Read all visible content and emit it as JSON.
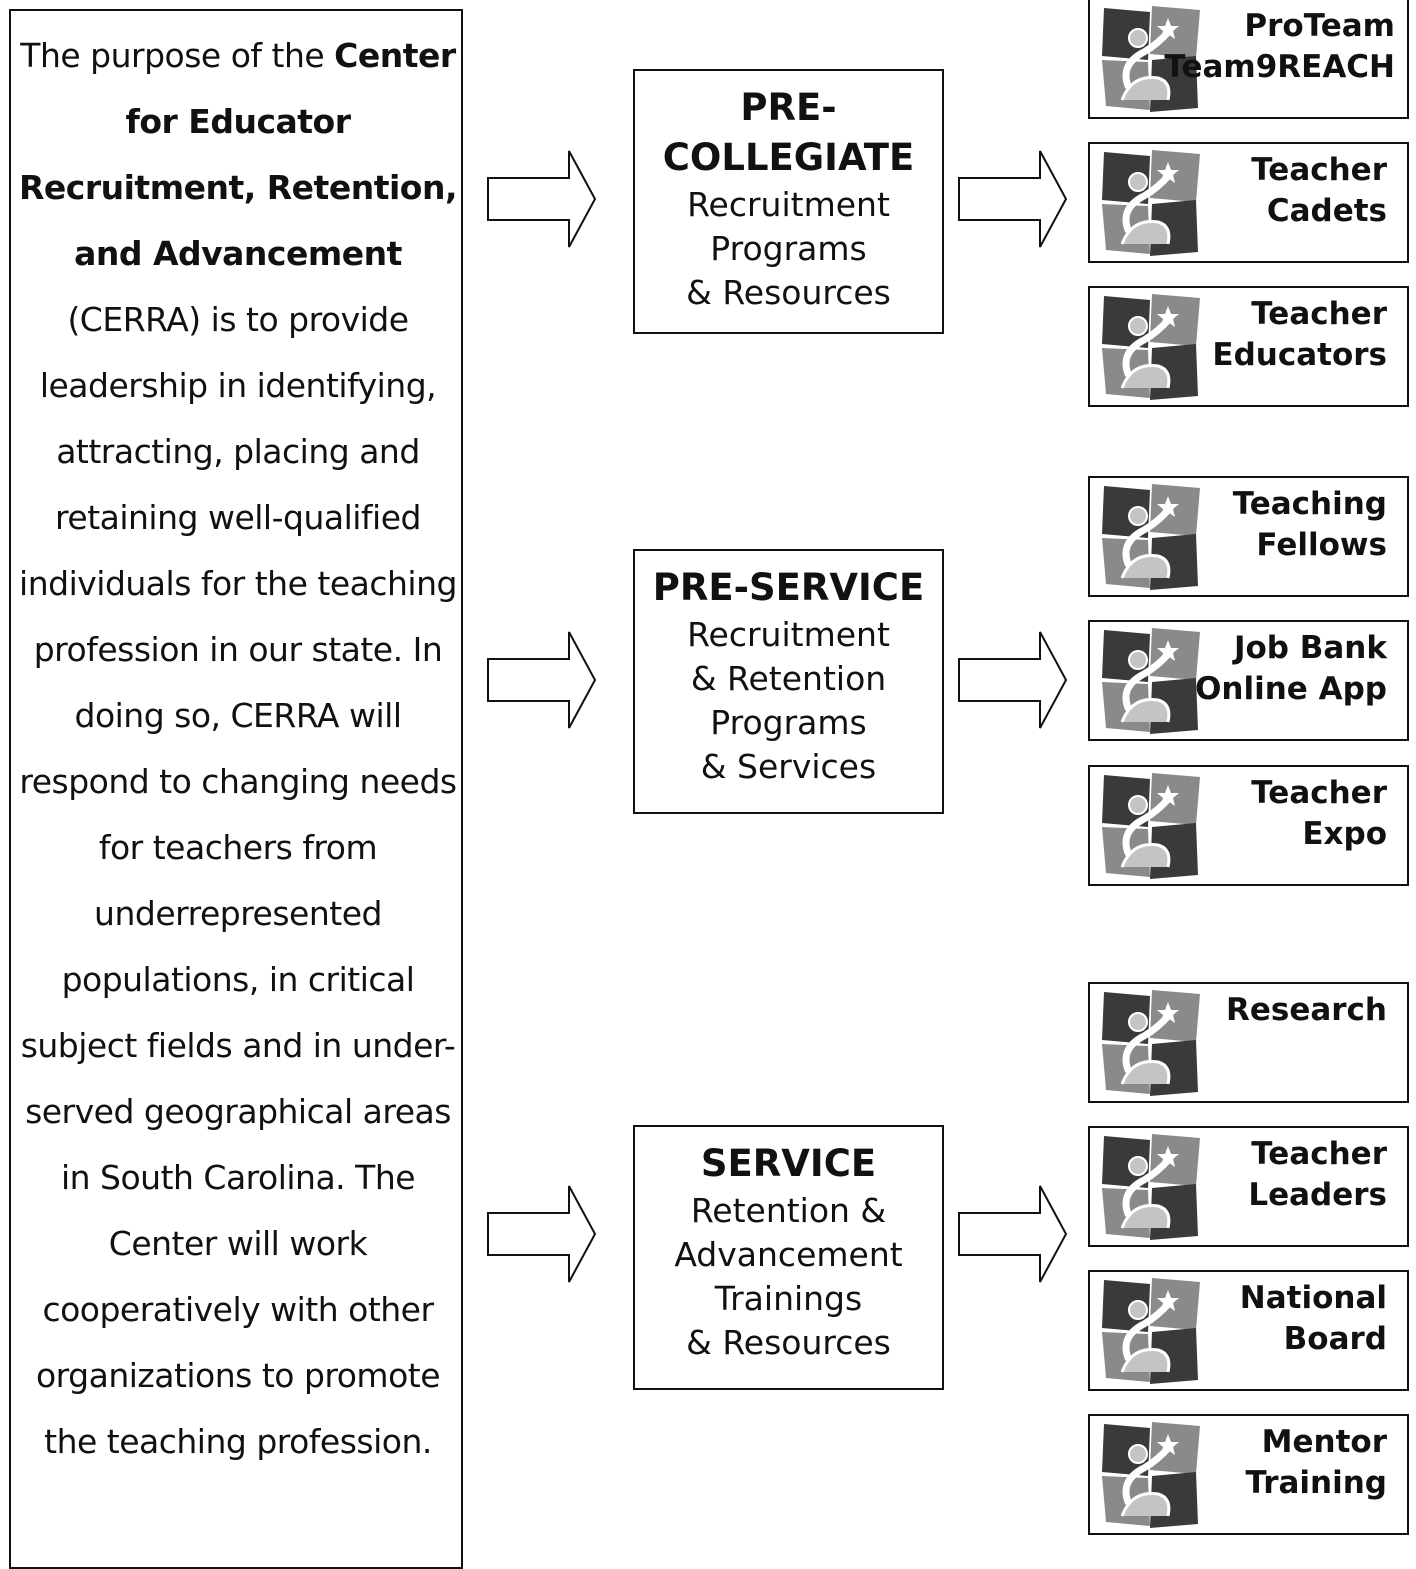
{
  "mission": {
    "intro": "The purpose of the ",
    "name": "Center for Educator Recruitment, Retention, and Advancement",
    "body": " (CERRA) is to provide leadership in identifying, attracting, placing and retaining well-qualified individuals for the teaching profession in our state. In doing so, CERRA will respond to changing needs for teachers from underrepresented populations, in critical subject fields and in under-served geographical areas in South Carolina. The Center will work cooperatively with other organizations to promote the teaching profession."
  },
  "stages": [
    {
      "title": "PRE-\nCOLLEGIATE",
      "subtitle": "Recruitment\nPrograms\n& Resources",
      "programs": [
        {
          "label": "ProTeam\nTeam9REACH",
          "logo_icon": "figure-star-logo-icon"
        },
        {
          "label": "Teacher\nCadets",
          "logo_icon": "figure-star-logo-icon"
        },
        {
          "label": "Teacher\nEducators",
          "logo_icon": "figure-star-logo-icon"
        }
      ]
    },
    {
      "title": "PRE-SERVICE",
      "subtitle": "Recruitment\n& Retention\nPrograms\n& Services",
      "programs": [
        {
          "label": "Teaching\nFellows",
          "logo_icon": "figure-star-logo-icon"
        },
        {
          "label": "Job Bank\nOnline App",
          "logo_icon": "figure-star-logo-icon"
        },
        {
          "label": "Teacher\nExpo",
          "logo_icon": "figure-star-logo-icon"
        }
      ]
    },
    {
      "title": "SERVICE",
      "subtitle": "Retention &\nAdvancement\nTrainings\n& Resources",
      "programs": [
        {
          "label": "Research",
          "logo_icon": "figure-star-logo-icon"
        },
        {
          "label": "Teacher\nLeaders",
          "logo_icon": "figure-star-logo-icon"
        },
        {
          "label": "National\nBoard",
          "logo_icon": "figure-star-logo-icon"
        },
        {
          "label": "Mentor\nTraining",
          "logo_icon": "figure-star-logo-icon"
        }
      ]
    }
  ],
  "colors": {
    "line": "#111111",
    "logo_dark": "#3a3a3a",
    "logo_mid": "#8a8a8a",
    "logo_light": "#c4c4c4"
  }
}
